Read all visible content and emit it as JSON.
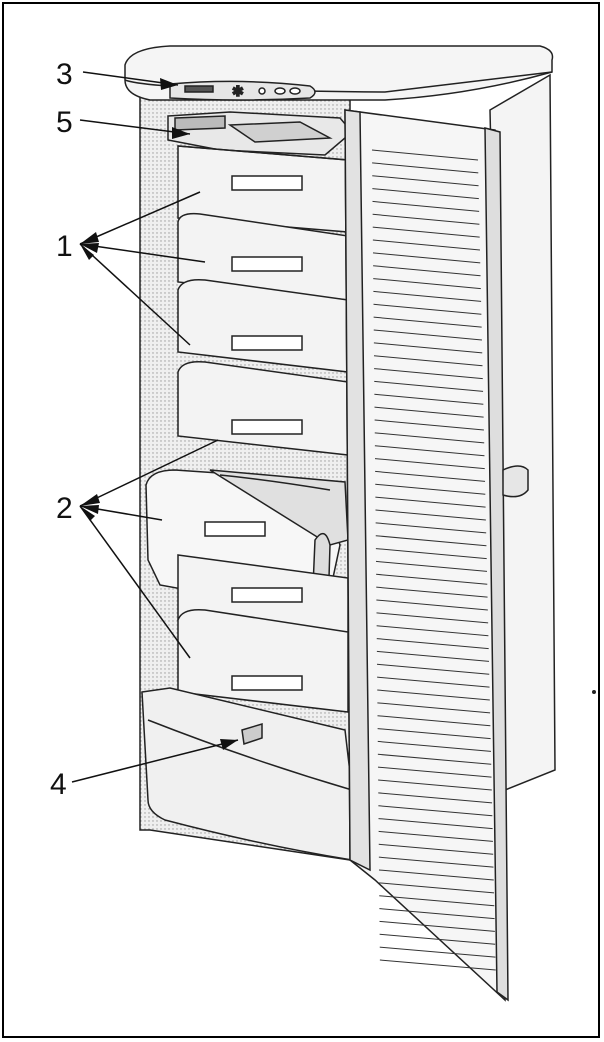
{
  "diagram": {
    "callouts": [
      {
        "id": "callout-3",
        "text": "3"
      },
      {
        "id": "callout-5",
        "text": "5"
      },
      {
        "id": "callout-1",
        "text": "1"
      },
      {
        "id": "callout-2",
        "text": "2"
      },
      {
        "id": "callout-4",
        "text": "4"
      }
    ]
  },
  "colors": {
    "line": "#222222",
    "fill": "#f2f2f2",
    "shade": "#c8c8c8",
    "frame": "#000000"
  }
}
